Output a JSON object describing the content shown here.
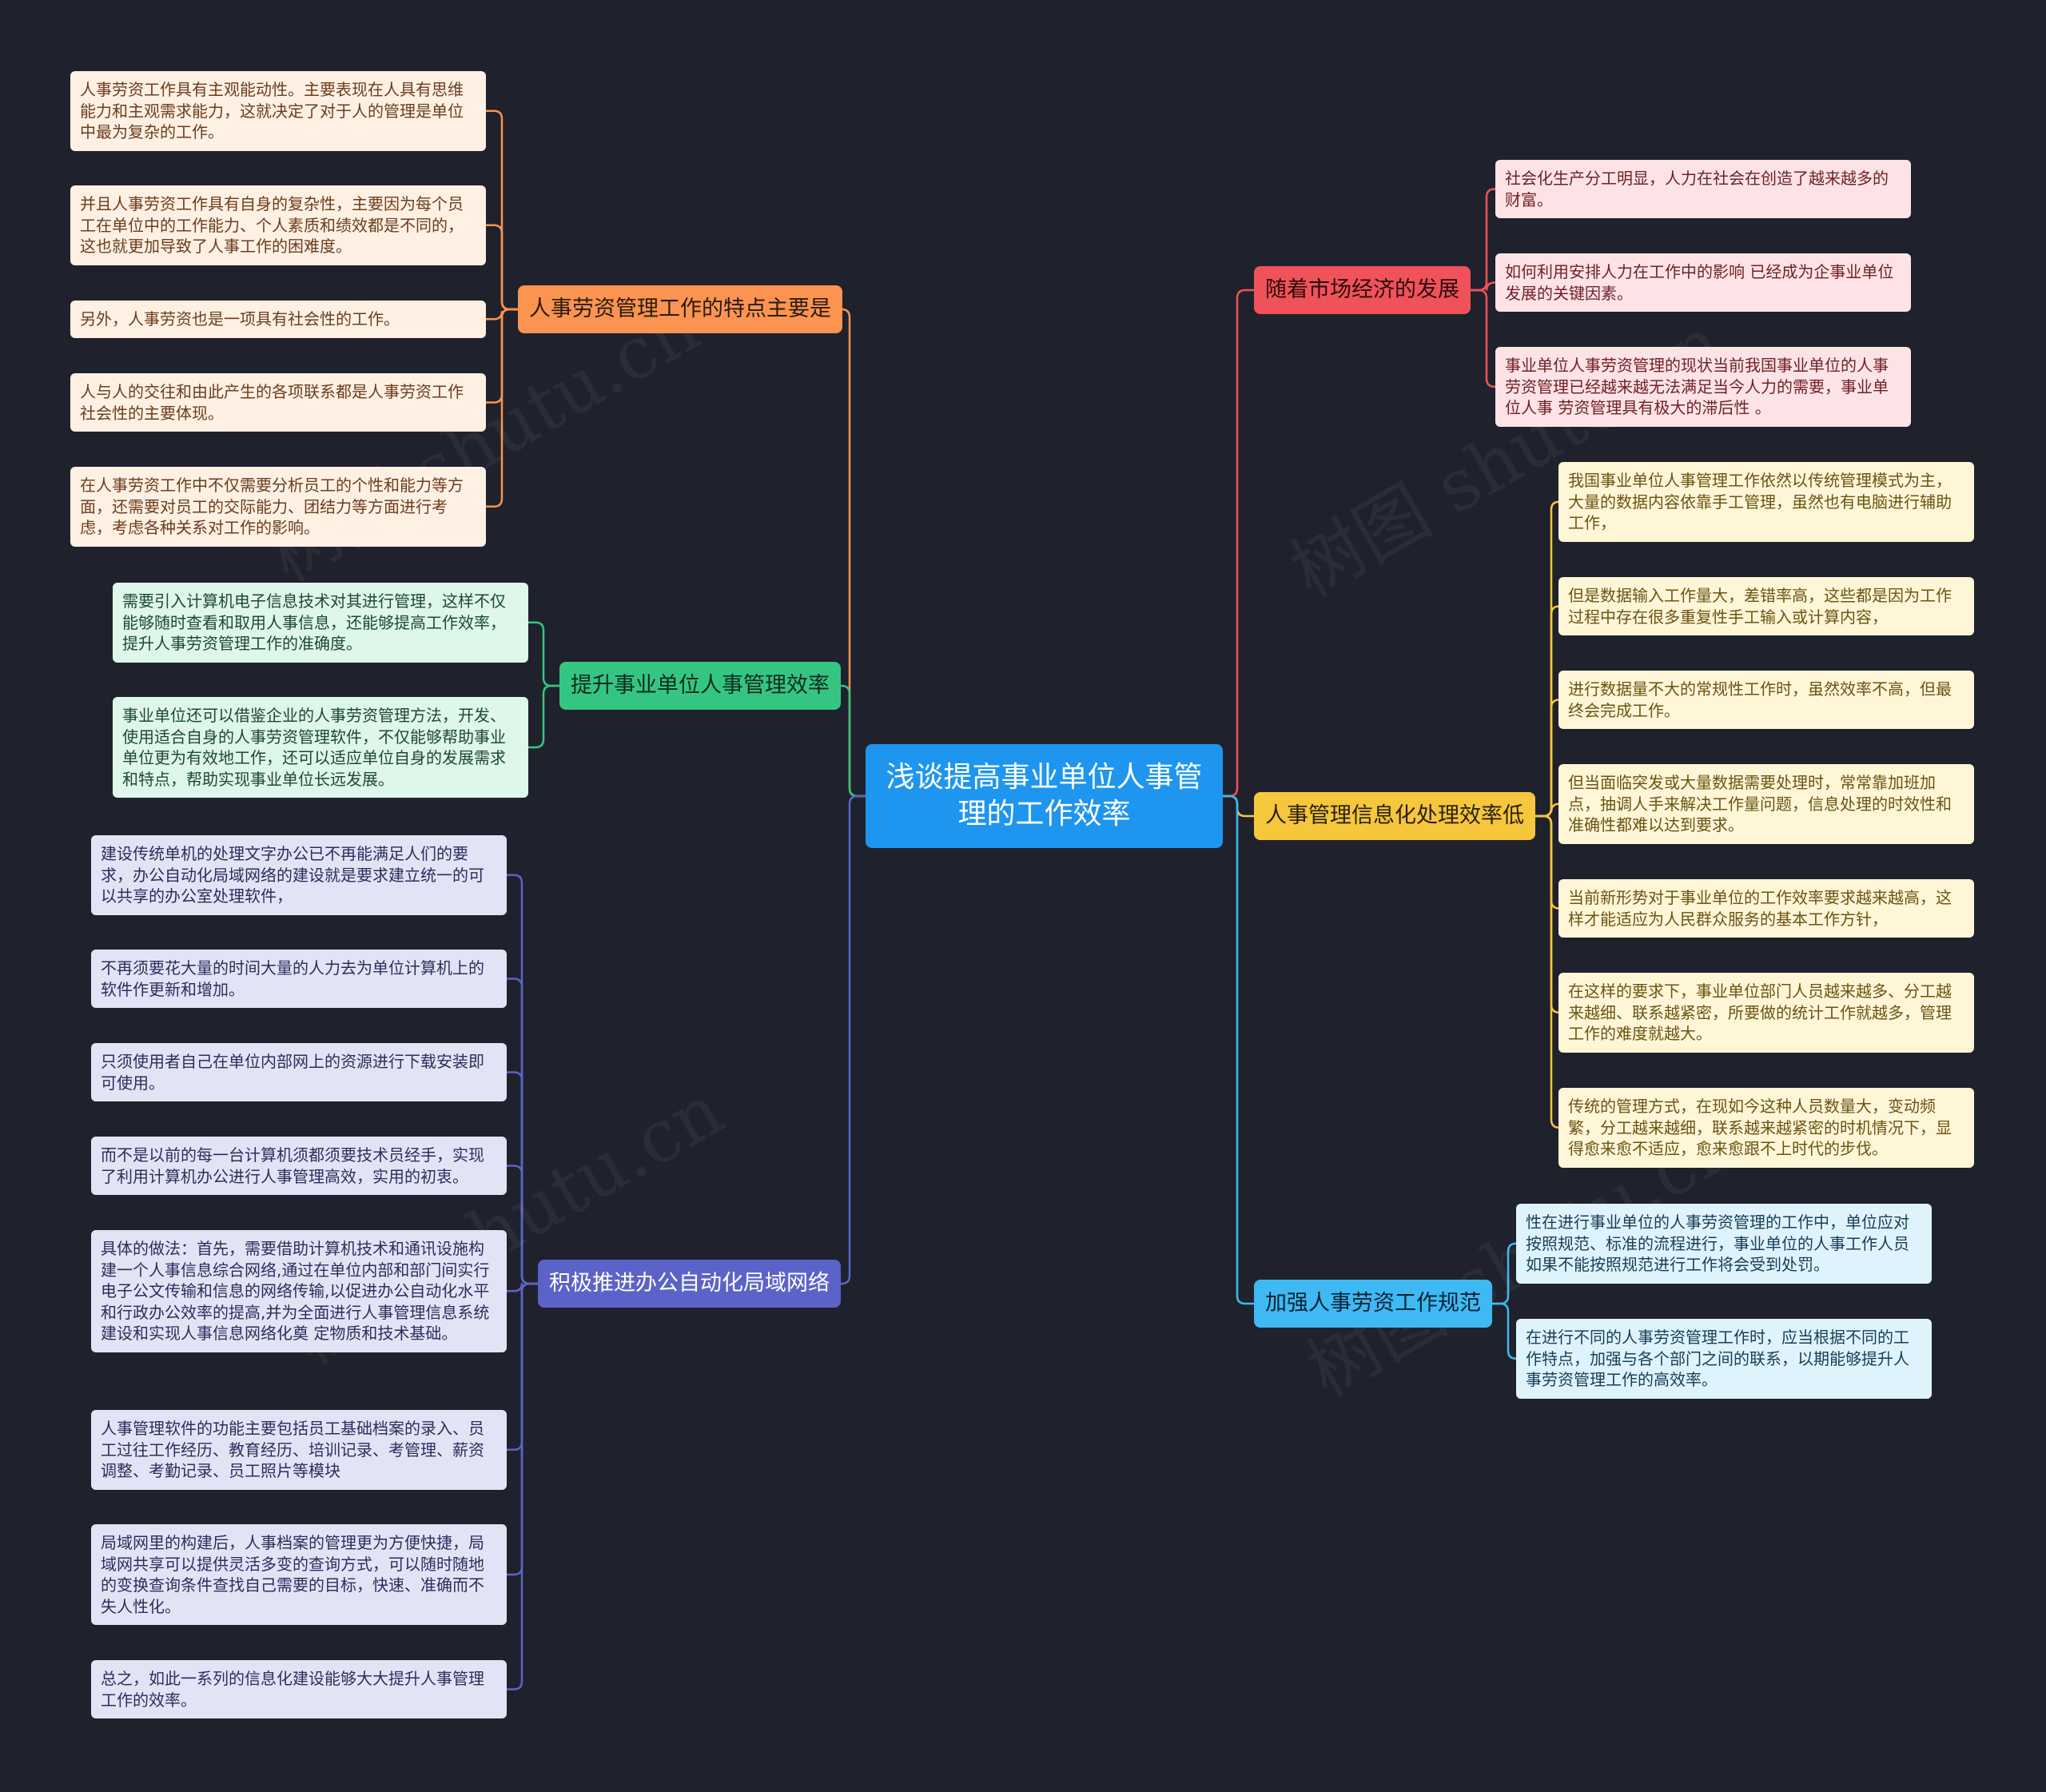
{
  "root": {
    "title": "浅谈提高事业单位人事管理的工作效率"
  },
  "colors": {
    "background": "#1f222c",
    "root": "#1e96ef",
    "orange": "#fa9450",
    "green": "#35c583",
    "purple": "#5b63c9",
    "red": "#f0525a",
    "yellow": "#f6c63c",
    "blue": "#3fb9f3"
  },
  "watermark": "树图 shutu.cn",
  "branches": {
    "traits": {
      "label": "人事劳资管理工作的特点主要是",
      "leaves": [
        "人事劳资工作具有主观能动性。主要表现在人具有思维能力和主观需求能力，这就决定了对于人的管理是单位中最为复杂的工作。",
        "并且人事劳资工作具有自身的复杂性，主要因为每个员工在单位中的工作能力、个人素质和绩效都是不同的，这也就更加导致了人事工作的困难度。",
        "另外，人事劳资也是一项具有社会性的工作。",
        "人与人的交往和由此产生的各项联系都是人事劳资工作社会性的主要体现。",
        "在人事劳资工作中不仅需要分析员工的个性和能力等方面，还需要对员工的交际能力、团结力等方面进行考虑，考虑各种关系对工作的影响。"
      ]
    },
    "improve": {
      "label": "提升事业单位人事管理效率",
      "leaves": [
        "需要引入计算机电子信息技术对其进行管理，这样不仅能够随时查看和取用人事信息，还能够提高工作效率，提升人事劳资管理工作的准确度。",
        "事业单位还可以借鉴企业的人事劳资管理方法，开发、使用适合自身的人事劳资管理软件，不仅能够帮助事业单位更为有效地工作，还可以适应单位自身的发展需求和特点，帮助实现事业单位长远发展。"
      ]
    },
    "network": {
      "label": "积极推进办公自动化局域网络",
      "leaves": [
        "建设传统单机的处理文字办公已不再能满足人们的要求，办公自动化局域网络的建设就是要求建立统一的可以共享的办公室处理软件，",
        "不再须要花大量的时间大量的人力去为单位计算机上的软件作更新和增加。",
        "只须使用者自己在单位内部网上的资源进行下载安装即可使用。",
        "而不是以前的每一台计算机须都须要技术员经手，实现了利用计算机办公进行人事管理高效，实用的初衷。",
        "具体的做法：首先，需要借助计算机技术和通讯设施构建一个人事信息综合网络,通过在单位内部和部门间实行电子公文传输和信息的网络传输,以促进办公自动化水平和行政办公效率的提高,并为全面进行人事管理信息系统建设和实现人事信息网络化奠 定物质和技术基础。",
        "人事管理软件的功能主要包括员工基础档案的录入、员工过往工作经历、教育经历、培训记录、考管理、薪资调整、考勤记录、员工照片等模块",
        "局域网里的构建后，人事档案的管理更为方便快捷，局域网共享可以提供灵活多变的查询方式，可以随时随地的变换查询条件查找自己需要的目标，快速、准确而不失人性化。",
        "总之，如此一系列的信息化建设能够大大提升人事管理工作的效率。"
      ]
    },
    "market": {
      "label": "随着市场经济的发展",
      "leaves": [
        "社会化生产分工明显，人力在社会在创造了越来越多的财富。",
        "如何利用安排人力在工作中的影响 已经成为企事业单位发展的关键因素。",
        "事业单位人事劳资管理的现状当前我国事业单位的人事劳资管理已经越来越无法满足当今人力的需要，事业单位人事 劳资管理具有极大的滞后性 。"
      ]
    },
    "info": {
      "label": "人事管理信息化处理效率低",
      "leaves": [
        "我国事业单位人事管理工作依然以传统管理模式为主，大量的数据内容依靠手工管理，虽然也有电脑进行辅助工作，",
        "但是数据输入工作量大，差错率高，这些都是因为工作过程中存在很多重复性手工输入或计算内容，",
        "进行数据量不大的常规性工作时，虽然效率不高，但最终会完成工作。",
        "但当面临突发或大量数据需要处理时，常常靠加班加点，抽调人手来解决工作量问题，信息处理的时效性和准确性都难以达到要求。",
        "当前新形势对于事业单位的工作效率要求越来越高，这样才能适应为人民群众服务的基本工作方针，",
        "在这样的要求下，事业单位部门人员越来越多、分工越来越细、联系越紧密，所要做的统计工作就越多，管理工作的难度就越大。",
        "传统的管理方式，在现如今这种人员数量大，变动频繁，分工越来越细，联系越来越紧密的时机情况下，显得愈来愈不适应，愈来愈跟不上时代的步伐。"
      ]
    },
    "norms": {
      "label": "加强人事劳资工作规范",
      "leaves": [
        "性在进行事业单位的人事劳资管理的工作中，单位应对按照规范、标准的流程进行，事业单位的人事工作人员如果不能按照规范进行工作将会受到处罚。",
        "在进行不同的人事劳资管理工作时，应当根据不同的工作特点，加强与各个部门之间的联系，以期能够提升人事劳资管理工作的高效率。"
      ]
    }
  }
}
